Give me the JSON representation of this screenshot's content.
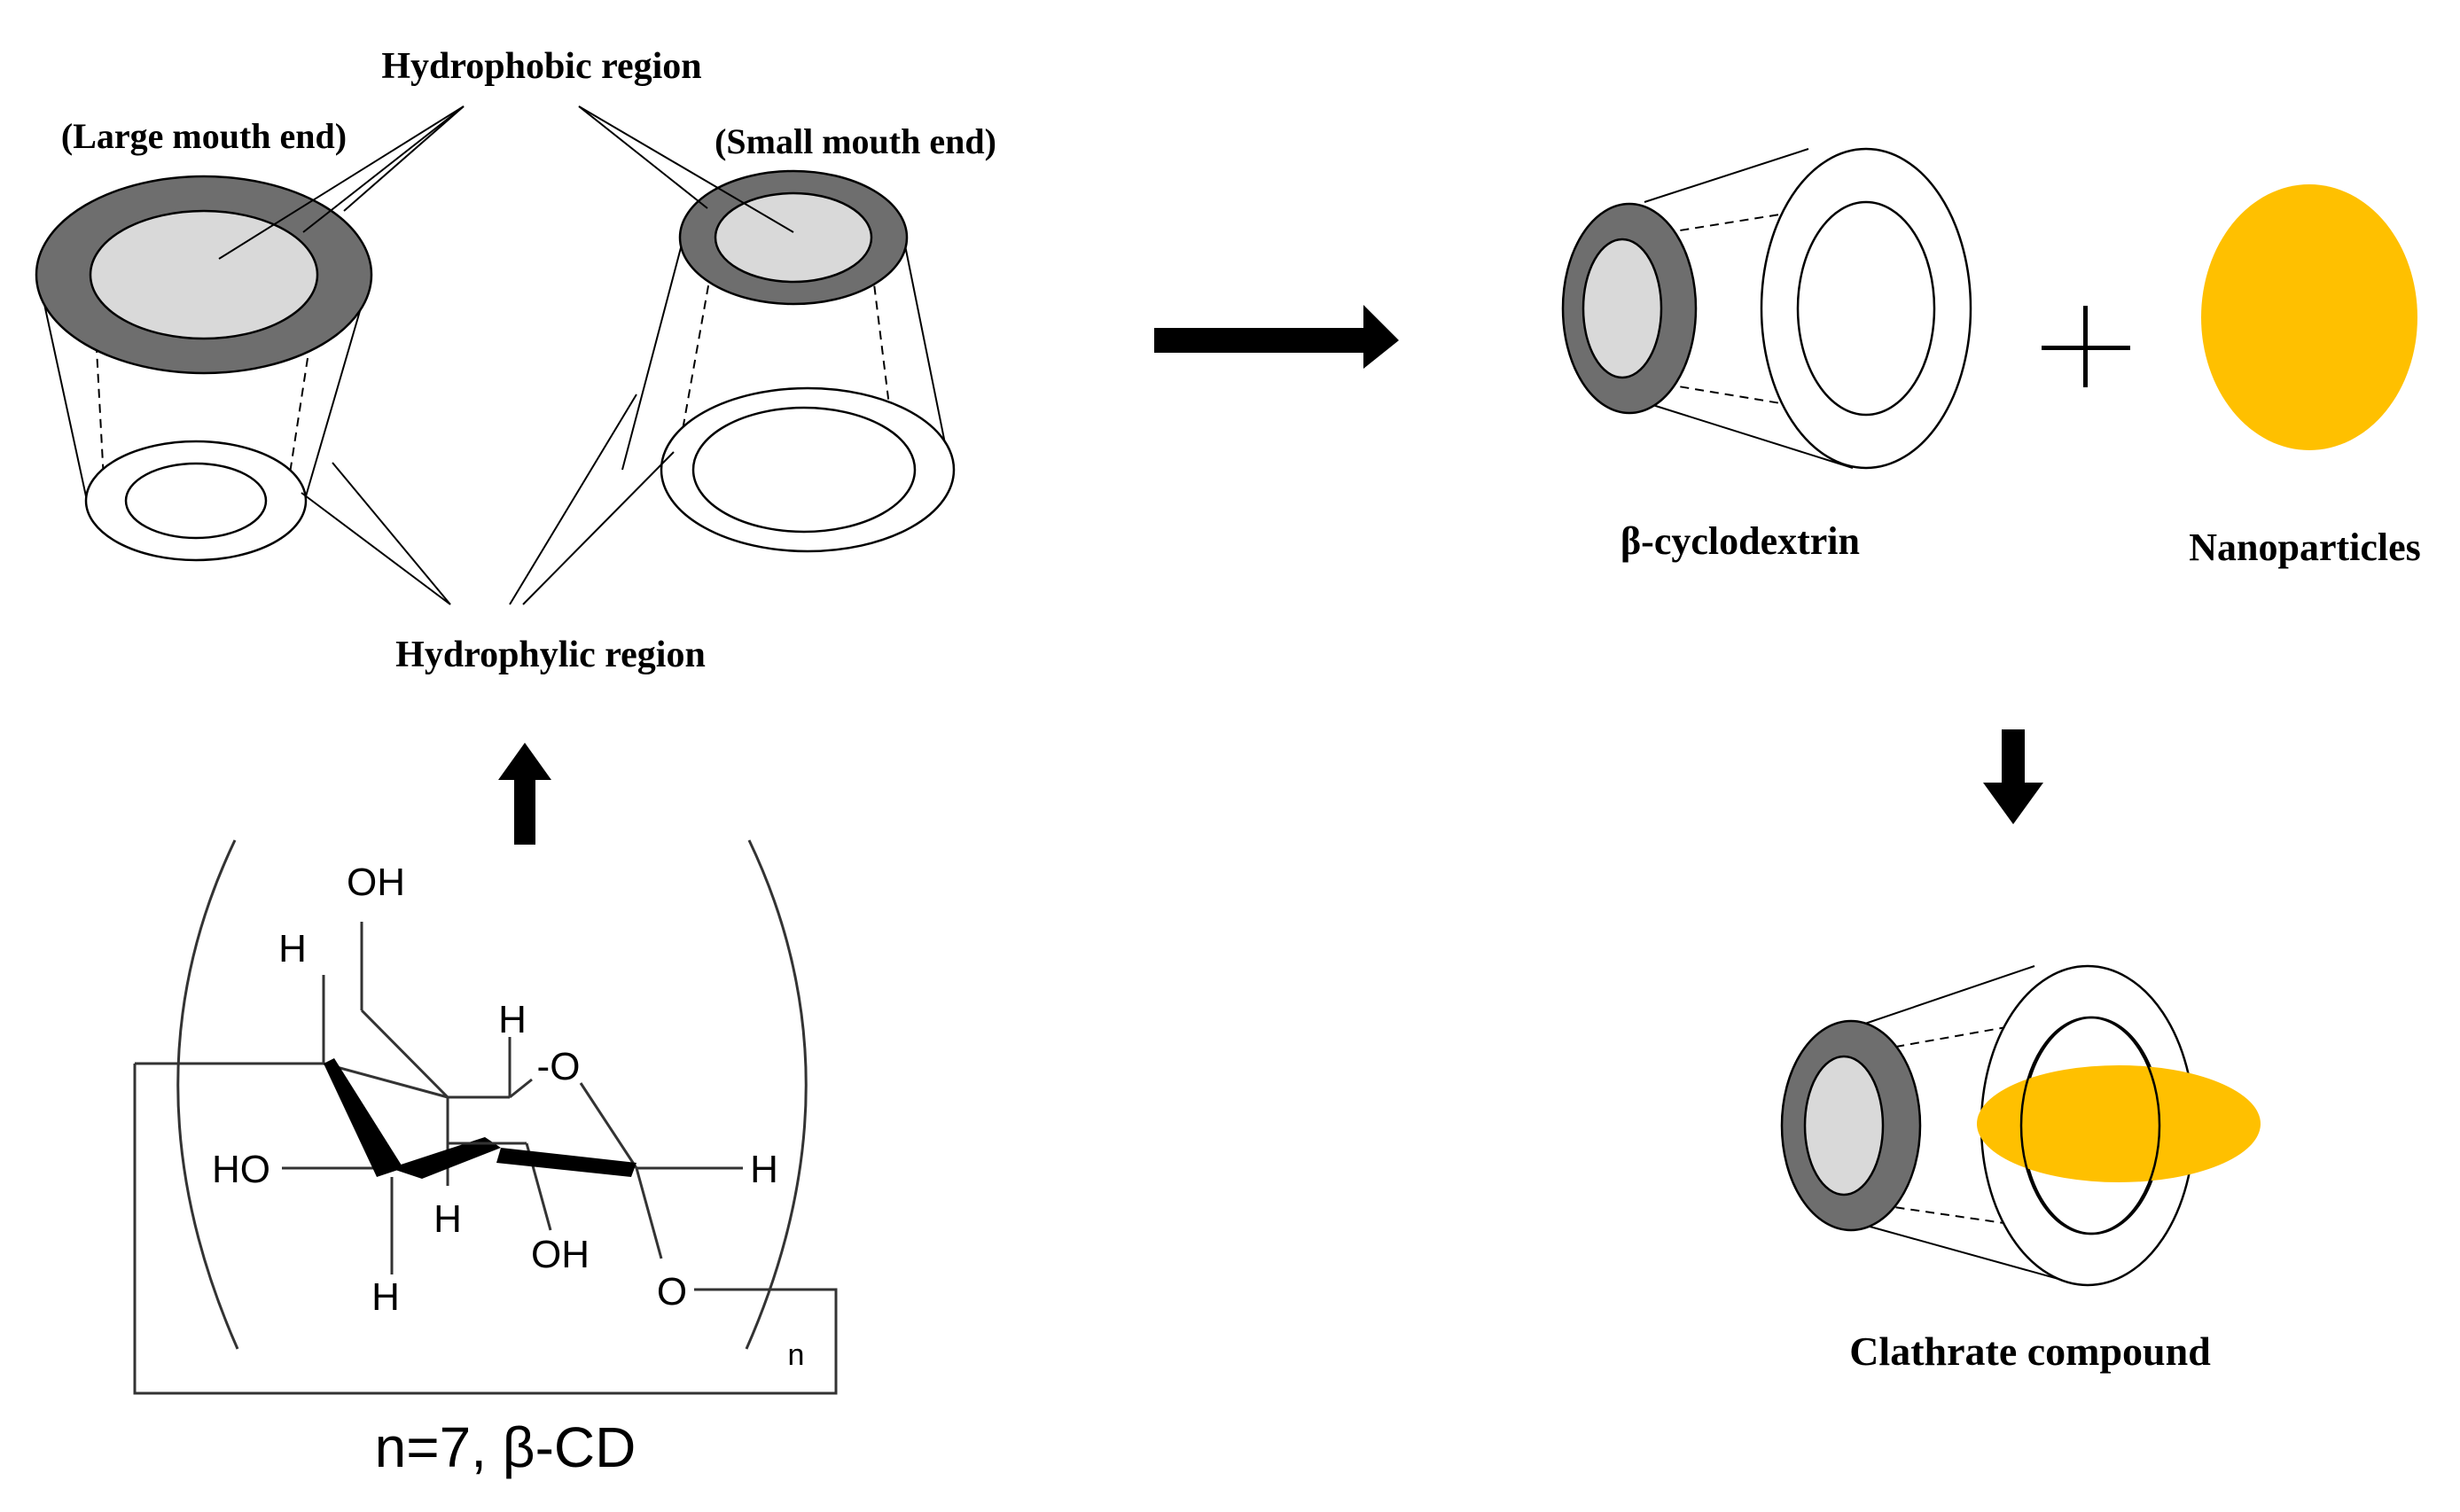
{
  "labels": {
    "hydrophobic_region": "Hydrophobic region",
    "large_mouth_end": "(Large mouth end)",
    "small_mouth_end": "(Small mouth end)",
    "hydrophylic_region": "Hydrophylic region",
    "beta_cyclodextrin": "β-cyclodextrin",
    "nanoparticles": "Nanoparticles",
    "clathrate_compound": "Clathrate compound",
    "plus_sign": "+"
  },
  "structure": {
    "atoms": {
      "oh_top": "OH",
      "h_left_top": "H",
      "h_center_top": "H",
      "o_ring": "-O",
      "ho_left": "HO",
      "h_center_bottom": "H",
      "h_right": "H",
      "oh_bottom": "OH",
      "h_bottom": "H",
      "o_bottom": "O",
      "subscript_n": "n"
    },
    "caption": "n=7, β-CD"
  },
  "colors": {
    "cavity_rim": "#6e6e6e",
    "cavity_inner": "#d9d9d9",
    "nanoparticle": "#ffc000",
    "ink": "#000000"
  }
}
